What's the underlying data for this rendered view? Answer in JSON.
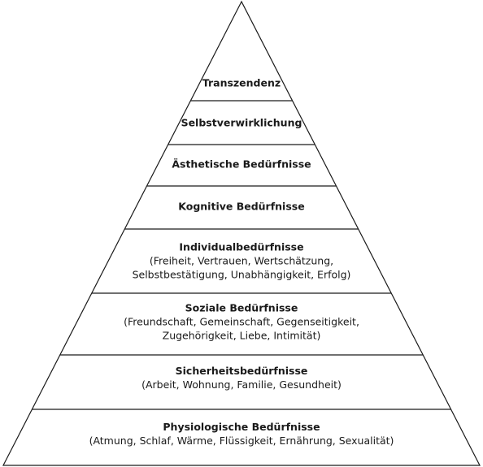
{
  "pyramid": {
    "levels": [
      {
        "title": "Transzendenz",
        "details": []
      },
      {
        "title": "Selbstverwirklichung",
        "details": []
      },
      {
        "title": "Ästhetische Bedürfnisse",
        "details": []
      },
      {
        "title": "Kognitive Bedürfnisse",
        "details": []
      },
      {
        "title": "Individualbedürfnisse",
        "details": [
          "(Freiheit, Vertrauen, Wertschätzung,",
          "Selbstbestätigung, Unabhängigkeit, Erfolg)"
        ]
      },
      {
        "title": "Soziale Bedürfnisse",
        "details": [
          "(Freundschaft, Gemeinschaft, Gegenseitigkeit,",
          "Zugehörigkeit, Liebe, Intimität)"
        ]
      },
      {
        "title": "Sicherheitsbedürfnisse",
        "details": [
          "(Arbeit, Wohnung, Familie, Gesundheit)"
        ]
      },
      {
        "title": "Physiologische Bedürfnisse",
        "details": [
          "(Atmung, Schlaf, Wärme, Flüssigkeit, Ernährung, Sexualität)"
        ]
      }
    ],
    "colors": {
      "stroke": "#1a1a1a",
      "fill": "#ffffff"
    }
  }
}
